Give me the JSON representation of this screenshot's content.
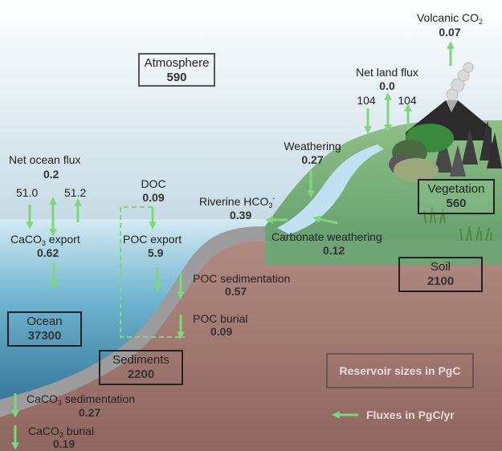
{
  "reservoirs": {
    "atmosphere": {
      "label": "Atmosphere",
      "value": "590"
    },
    "ocean": {
      "label": "Ocean",
      "value": "37300"
    },
    "sediments": {
      "label": "Sediments",
      "value": "2200"
    },
    "vegetation": {
      "label": "Vegetation",
      "value": "560"
    },
    "soil": {
      "label": "Soil",
      "value": "2100"
    }
  },
  "fluxes": {
    "volcanic": {
      "label_pre": "Volcanic CO",
      "label_sub": "2",
      "value": "0.07"
    },
    "net_land": {
      "label": "Net land flux",
      "value": "0.0",
      "down": "104",
      "up": "104"
    },
    "weathering": {
      "label": "Weathering",
      "value": "0.27"
    },
    "riverine": {
      "label_pre": "Riverine HCO",
      "label_sub": "3",
      "label_sup": "-",
      "value": "0.39"
    },
    "carbonate_weathering": {
      "label": "Carbonate weathering",
      "value": "0.12"
    },
    "net_ocean": {
      "label": "Net ocean flux",
      "value": "0.2",
      "down": "51.0",
      "up": "51.2"
    },
    "doc": {
      "label": "DOC",
      "value": "0.09"
    },
    "caco3_export": {
      "label_pre": "CaCO",
      "label_sub": "3",
      "label_post": " export",
      "value": "0.62"
    },
    "poc_export": {
      "label": "POC export",
      "value": "5.9"
    },
    "poc_sedimentation": {
      "label": "POC sedimentation",
      "value": "0.57"
    },
    "poc_burial": {
      "label": "POC burial",
      "value": "0.09"
    },
    "caco3_sedimentation": {
      "label_pre": "CaCO",
      "label_sub": "3",
      "label_post": " sedimentation",
      "value": "0.27"
    },
    "caco3_burial": {
      "label_pre": "CaCO",
      "label_sub": "3",
      "label_post": " burial",
      "value": "0.19"
    }
  },
  "legend": {
    "reservoir_label": "Reservoir sizes in PgC",
    "flux_label": "Fluxes in PgC/yr"
  },
  "colors": {
    "arrow": "#7dd87a",
    "sky_top": "#ffffff",
    "sky_bottom": "#c8dde6",
    "ocean_top": "#cfe6ee",
    "ocean_bottom": "#1f5f86",
    "land": "#6fa777",
    "soil": "#a87c76",
    "sediment": "#9a9a9a",
    "river": "#bfe0f0"
  }
}
